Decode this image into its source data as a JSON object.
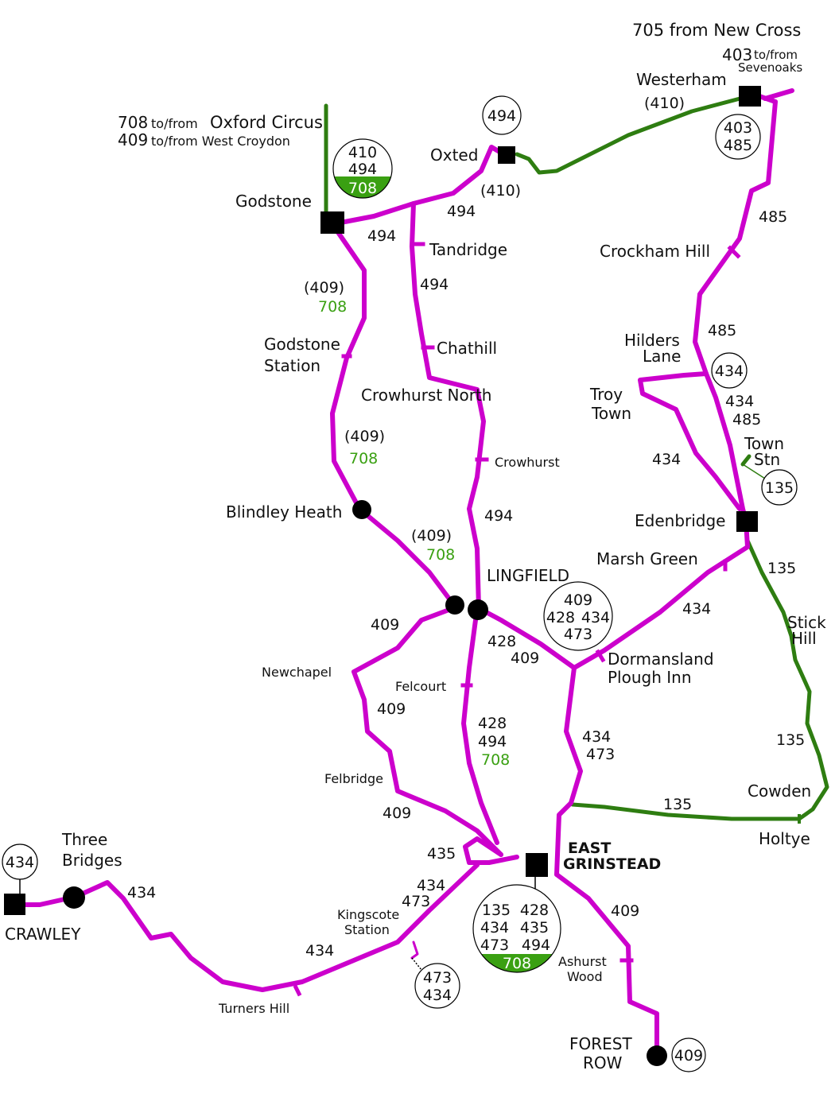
{
  "colors": {
    "magenta": "#cc00cc",
    "green": "#2e7d11",
    "green_text": "#3aa012",
    "stop": "#000000"
  },
  "header": {
    "new_cross": "705 from New Cross",
    "sevenoaks_route": "403",
    "sevenoaks_line1": "to/from",
    "sevenoaks_line2": "Sevenoaks",
    "oxford_route": "708",
    "oxford_text": "to/from",
    "oxford_place": "Oxford Circus",
    "croydon_route": "409",
    "croydon_text": "to/from West Croydon"
  },
  "places": {
    "westerham": "Westerham",
    "oxted": "Oxted",
    "godstone": "Godstone",
    "tandridge": "Tandridge",
    "crockham_hill": "Crockham Hill",
    "godstone_station_1": "Godstone",
    "godstone_station_2": "Station",
    "chathill": "Chathill",
    "hilders_lane_1": "Hilders",
    "hilders_lane_2": "Lane",
    "crowhurst_north": "Crowhurst North",
    "troy_town_1": "Troy",
    "troy_town_2": "Town",
    "town_stn_1": "Town",
    "town_stn_2": "Stn",
    "crowhurst": "Crowhurst",
    "blindley_heath": "Blindley Heath",
    "edenbridge": "Edenbridge",
    "marsh_green": "Marsh Green",
    "lingfield": "LINGFIELD",
    "stick_hill_1": "Stick",
    "stick_hill_2": "Hill",
    "newchapel": "Newchapel",
    "dormansland_1": "Dormansland",
    "dormansland_2": "Plough Inn",
    "felcourt": "Felcourt",
    "felbridge": "Felbridge",
    "cowden": "Cowden",
    "holtye": "Holtye",
    "three_bridges_1": "Three",
    "three_bridges_2": "Bridges",
    "east_grinstead_1": "EAST",
    "east_grinstead_2": "GRINSTEAD",
    "kingscote_1": "Kingscote",
    "kingscote_2": "Station",
    "crawley": "CRAWLEY",
    "ashurst_1": "Ashurst",
    "ashurst_2": "Wood",
    "turners_hill": "Turners Hill",
    "forest_row_1": "FOREST",
    "forest_row_2": "ROW"
  },
  "route_labels": {
    "r410_westerham": "(410)",
    "r410_oxted": "(410)",
    "r494_oxted": "494",
    "r494_godstone": "494",
    "r485_a": "485",
    "r409_godstone": "(409)",
    "r708_godstone": "708",
    "r494_tandridge": "494",
    "r485_b": "485",
    "r434_troy": "434",
    "r485_c": "485",
    "r409_blindley": "(409)",
    "r708_blindley": "708",
    "r434_edenbridge": "434",
    "r494_crowhurst": "494",
    "r409_lingfield": "(409)",
    "r708_lingfield": "708",
    "r135_edenbridge": "135",
    "r434_marsh": "434",
    "r409_newchapel": "409",
    "r428_lingfield": "428",
    "r409_dormansland": "409",
    "r409_felbridge": "409",
    "r428_felcourt": "428",
    "r494_felcourt": "494",
    "r708_felcourt": "708",
    "r434_dorm": "434",
    "r473_dorm": "473",
    "r135_stick": "135",
    "r135_holtye": "135",
    "r409_felbridge_b": "409",
    "r435_eg": "435",
    "r434_kingscote": "434",
    "r473_kingscote": "473",
    "r434_threebridges": "434",
    "r409_eg": "409",
    "r434_turners": "434"
  },
  "discs": {
    "oxted_disc": [
      "494"
    ],
    "godstone_disc": [
      "410",
      "494"
    ],
    "godstone_disc_green": "708",
    "westerham_disc": [
      "403",
      "485"
    ],
    "hilders_disc": [
      "434"
    ],
    "town_stn_disc": [
      "135"
    ],
    "lingfield_disc_top": "409",
    "lingfield_disc_mid_a": "428",
    "lingfield_disc_mid_b": "434",
    "lingfield_disc_bottom": "473",
    "crawley_disc": [
      "434"
    ],
    "kingscote_disc": [
      "473",
      "434"
    ],
    "eg_disc_rows": [
      [
        "135",
        "428"
      ],
      [
        "434",
        "435"
      ],
      [
        "473",
        "494"
      ]
    ],
    "eg_disc_green": "708",
    "forest_row_disc": [
      "409"
    ]
  }
}
